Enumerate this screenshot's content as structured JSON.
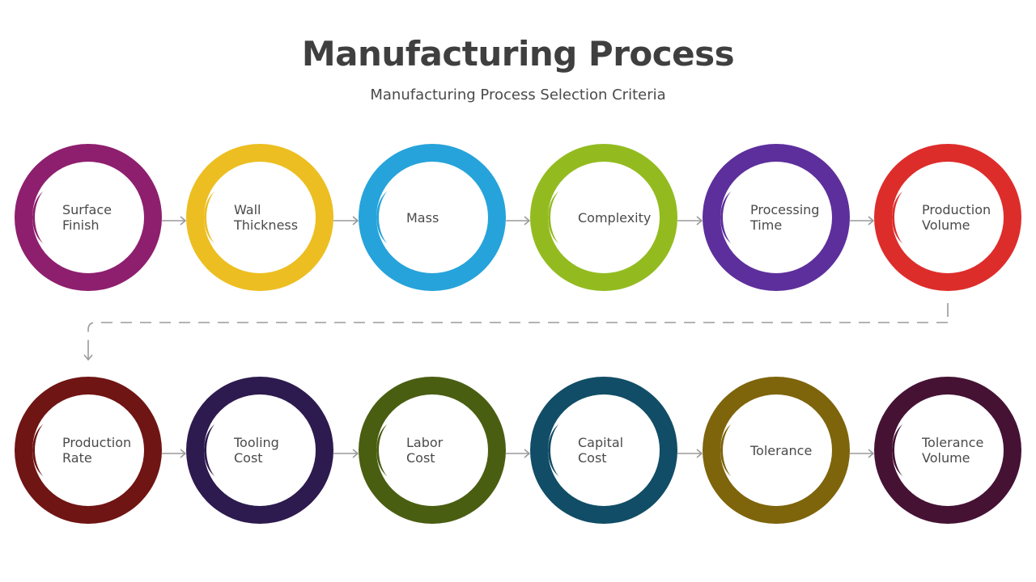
{
  "title": "Manufacturing Process",
  "subtitle": "Manufacturing Process Selection Criteria",
  "colors": {
    "text": "#4a4a4a",
    "connector": "#9a9a9a"
  },
  "steps": [
    {
      "label": "Surface\nFinish",
      "color": "#8e1f6e"
    },
    {
      "label": "Wall\nThickness",
      "color": "#ecbe21"
    },
    {
      "label": "Mass",
      "color": "#26a3da"
    },
    {
      "label": "Complexity",
      "color": "#93bb20"
    },
    {
      "label": "Processing\nTime",
      "color": "#5d2f9c"
    },
    {
      "label": "Production\nVolume",
      "color": "#dd2d2b"
    },
    {
      "label": "Production\nRate",
      "color": "#6f1514"
    },
    {
      "label": "Tooling\nCost",
      "color": "#2d1a4e"
    },
    {
      "label": "Labor\nCost",
      "color": "#4a5e12"
    },
    {
      "label": "Capital\nCost",
      "color": "#114d66"
    },
    {
      "label": "Tolerance",
      "color": "#7e640b"
    },
    {
      "label": "Tolerance\nVolume",
      "color": "#451234"
    }
  ]
}
